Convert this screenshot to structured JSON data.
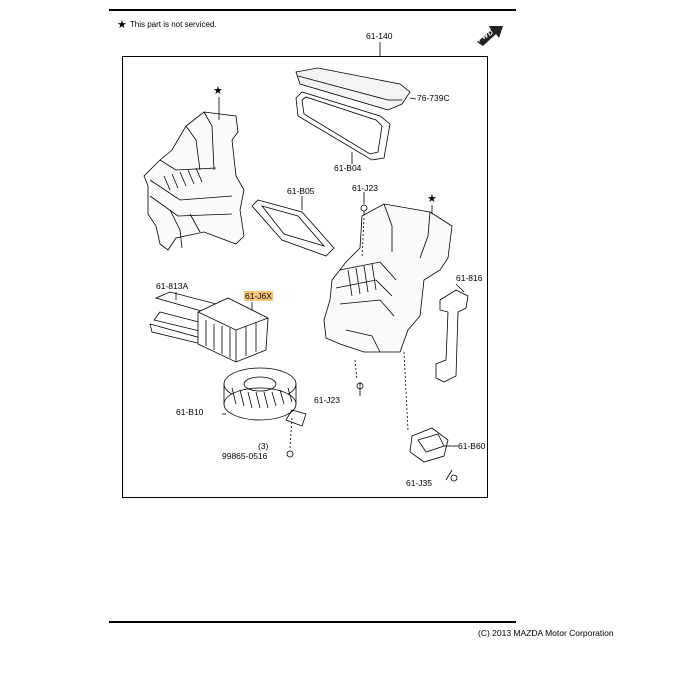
{
  "note": {
    "star": "★",
    "text": "This part is not serviced."
  },
  "fwd_label": "FWD",
  "stars": [
    "★",
    "★"
  ],
  "parts": {
    "p61_140": "61-140",
    "p76_739c": "76-739C",
    "p61_b04": "61-B04",
    "p61_b05": "61-B05",
    "p61_j23_top": "61-J23",
    "p61_816": "61-816",
    "p61_813a": "61-813A",
    "p61_j6x": "61-J6X",
    "p61_j23_bottom": "61-J23",
    "p61_b10": "61-B10",
    "qty_3": "(3)",
    "p99865_0516": "99865-0516",
    "p61_b60": "61-B60",
    "p61_j35": "61-J35"
  },
  "copyright": "(C) 2013 MAZDA Motor Corporation",
  "colors": {
    "highlight": "#f6c67a",
    "line": "#000000"
  }
}
